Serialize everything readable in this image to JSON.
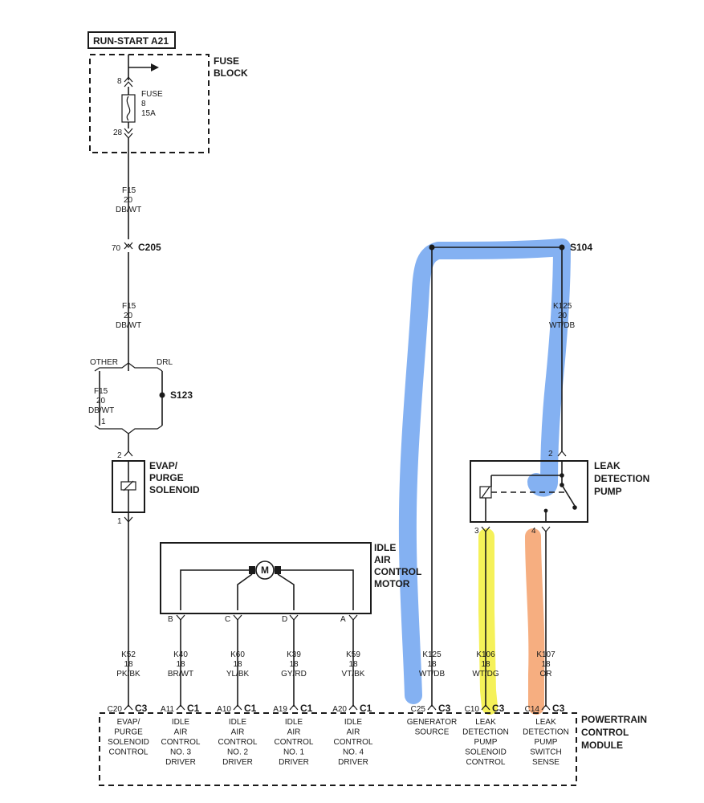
{
  "highlight_colors": {
    "blue": "#6fa3f0",
    "yellow": "#f3ef3c",
    "orange": "#f5a06a"
  },
  "top_label": "RUN-START A21",
  "fuse_block": {
    "title_line1": "FUSE",
    "title_line2": "BLOCK",
    "pin_top": "8",
    "pin_bottom": "28",
    "fuse_line1": "FUSE",
    "fuse_line2": "8",
    "fuse_line3": "15A"
  },
  "wire_f15_a": {
    "circuit": "F15",
    "gauge": "20",
    "color": "DB/WT"
  },
  "connector_c205": {
    "pin": "70",
    "name": "C205"
  },
  "wire_f15_b": {
    "circuit": "F15",
    "gauge": "20",
    "color": "DB/WT"
  },
  "branch": {
    "left_label": "OTHER",
    "right_label": "DRL",
    "pin": "1"
  },
  "wire_f15_c": {
    "circuit": "F15",
    "gauge": "20",
    "color": "DB/WT"
  },
  "splice_s123": "S123",
  "evap_solenoid": {
    "name_line1": "EVAP/",
    "name_line2": "PURGE",
    "name_line3": "SOLENOID",
    "pin_top": "2",
    "pin_bottom": "1"
  },
  "iac_motor": {
    "name_line1": "IDLE",
    "name_line2": "AIR",
    "name_line3": "CONTROL",
    "name_line4": "MOTOR",
    "motor_symbol": "M",
    "pins": [
      "B",
      "C",
      "D",
      "A"
    ]
  },
  "splice_s104": "S104",
  "wire_k125_top": {
    "circuit": "K125",
    "gauge": "20",
    "color": "WT/DB"
  },
  "leak_pump": {
    "name_line1": "LEAK",
    "name_line2": "DETECTION",
    "name_line3": "PUMP",
    "pin_2": "2",
    "pin_3": "3",
    "pin_4": "4"
  },
  "bottom_wires": [
    {
      "circuit": "K52",
      "gauge": "18",
      "color": "PK/BK"
    },
    {
      "circuit": "K40",
      "gauge": "18",
      "color": "BR/WT"
    },
    {
      "circuit": "K60",
      "gauge": "18",
      "color": "YL/BK"
    },
    {
      "circuit": "K39",
      "gauge": "18",
      "color": "GY/RD"
    },
    {
      "circuit": "K59",
      "gauge": "18",
      "color": "VT/BK"
    },
    {
      "circuit": "K125",
      "gauge": "18",
      "color": "WT/DB"
    },
    {
      "circuit": "K106",
      "gauge": "18",
      "color": "WT/DG"
    },
    {
      "circuit": "K107",
      "gauge": "18",
      "color": "OR"
    }
  ],
  "pcm_pins": [
    {
      "pin": "C20",
      "conn": "C3",
      "lines": [
        "EVAP/",
        "PURGE",
        "SOLENOID",
        "CONTROL"
      ]
    },
    {
      "pin": "A11",
      "conn": "C1",
      "lines": [
        "IDLE",
        "AIR",
        "CONTROL",
        "NO. 3",
        "DRIVER"
      ]
    },
    {
      "pin": "A10",
      "conn": "C1",
      "lines": [
        "IDLE",
        "AIR",
        "CONTROL",
        "NO. 2",
        "DRIVER"
      ]
    },
    {
      "pin": "A19",
      "conn": "C1",
      "lines": [
        "IDLE",
        "AIR",
        "CONTROL",
        "NO. 1",
        "DRIVER"
      ]
    },
    {
      "pin": "A20",
      "conn": "C1",
      "lines": [
        "IDLE",
        "AIR",
        "CONTROL",
        "NO. 4",
        "DRIVER"
      ]
    },
    {
      "pin": "C25",
      "conn": "C3",
      "lines": [
        "GENERATOR",
        "SOURCE"
      ]
    },
    {
      "pin": "C10",
      "conn": "C3",
      "lines": [
        "LEAK",
        "DETECTION",
        "PUMP",
        "SOLENOID",
        "CONTROL"
      ]
    },
    {
      "pin": "C14",
      "conn": "C3",
      "lines": [
        "LEAK",
        "DETECTION",
        "PUMP",
        "SWITCH",
        "SENSE"
      ]
    }
  ],
  "pcm": {
    "name_line1": "POWERTRAIN",
    "name_line2": "CONTROL",
    "name_line3": "MODULE"
  }
}
